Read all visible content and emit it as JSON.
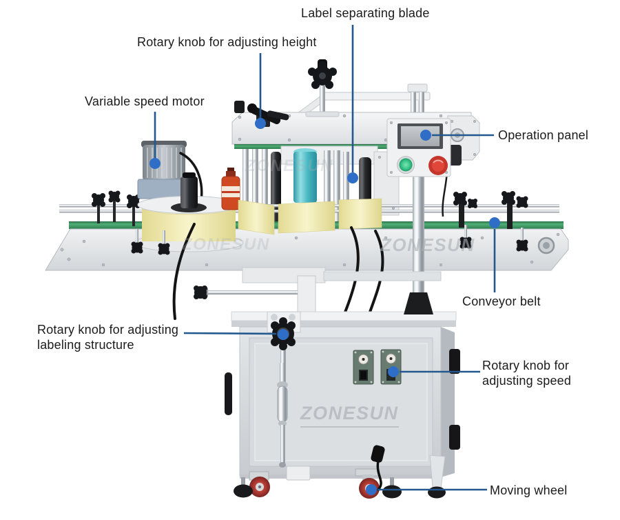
{
  "annotations": [
    {
      "id": "label-separating-blade",
      "label": "Label separating blade"
    },
    {
      "id": "rotary-knob-height",
      "label": "Rotary knob for adjusting height"
    },
    {
      "id": "variable-speed-motor",
      "label": "Variable speed motor"
    },
    {
      "id": "operation-panel",
      "label": "Operation panel"
    },
    {
      "id": "conveyor-belt",
      "label": "Conveyor belt"
    },
    {
      "id": "rotary-knob-labeling",
      "label": "Rotary knob for adjusting labeling structure"
    },
    {
      "id": "rotary-knob-speed",
      "label": "Rotary knob for adjusting speed"
    },
    {
      "id": "moving-wheel",
      "label": "Moving wheel"
    }
  ],
  "watermark": {
    "text": "ZONESUN"
  },
  "machine": {
    "brand": "ZONESUN",
    "type": "round bottle labeling machine",
    "panel": {
      "screen": "blank-lcd",
      "buttons": [
        "green-start",
        "red-emergency-stop"
      ]
    }
  },
  "colors": {
    "leader_line": "#23588f",
    "callout_dot": "#2e6ec6",
    "belt_green": "#4fae75",
    "start_button_green": "#2eb87c",
    "estop_red": "#d0372a",
    "label_roll_yellow": "#f3eec0",
    "backing_roll_teal": "#4ab9c4",
    "wheel_red": "#b23b33"
  }
}
